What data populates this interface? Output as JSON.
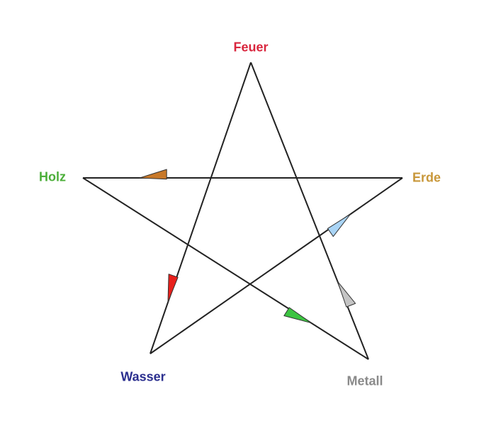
{
  "diagram": {
    "nodes": [
      {
        "id": "feuer",
        "label": "Feuer",
        "color": "#d9263e"
      },
      {
        "id": "erde",
        "label": "Erde",
        "color": "#c8973a"
      },
      {
        "id": "metall",
        "label": "Metall",
        "color": "#8a8a8a"
      },
      {
        "id": "wasser",
        "label": "Wasser",
        "color": "#2b2f8f"
      },
      {
        "id": "holz",
        "label": "Holz",
        "color": "#4caf3a"
      }
    ],
    "edges": [
      {
        "from": "metall",
        "to": "feuer",
        "arrow_color": "#c4c4c4"
      },
      {
        "from": "feuer",
        "to": "wasser",
        "arrow_color": "#e8201c"
      },
      {
        "from": "wasser",
        "to": "erde",
        "arrow_color": "#a9d4f5"
      },
      {
        "from": "erde",
        "to": "holz",
        "arrow_color": "#c8792a"
      },
      {
        "from": "holz",
        "to": "metall",
        "arrow_color": "#3cc441"
      }
    ],
    "line_color": "#222222"
  }
}
